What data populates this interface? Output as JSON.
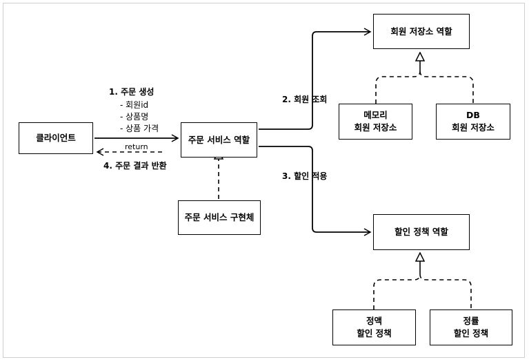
{
  "nodes": {
    "client": "클라이언트",
    "order_service_role": "주문 서비스 역할",
    "order_service_impl": "주문 서비스 구현체",
    "member_repo_role": "회원 저장소 역할",
    "memory_repo": [
      "메모리",
      "회원 저장소"
    ],
    "db_repo": [
      "DB",
      "회원 저장소"
    ],
    "discount_policy_role": "할인 정책 역할",
    "fixed_discount": [
      "정액",
      "할인 정책"
    ],
    "rate_discount": [
      "정률",
      "할인 정책"
    ]
  },
  "edges": {
    "create_order": "1. 주문 생성",
    "create_order_params": [
      "- 회원id",
      "- 상품명",
      "- 상품 가격"
    ],
    "return": "return",
    "return_result": "4. 주문 결과 반환",
    "lookup_member": "2. 회원 조회",
    "apply_discount": "3. 할인 적용"
  }
}
